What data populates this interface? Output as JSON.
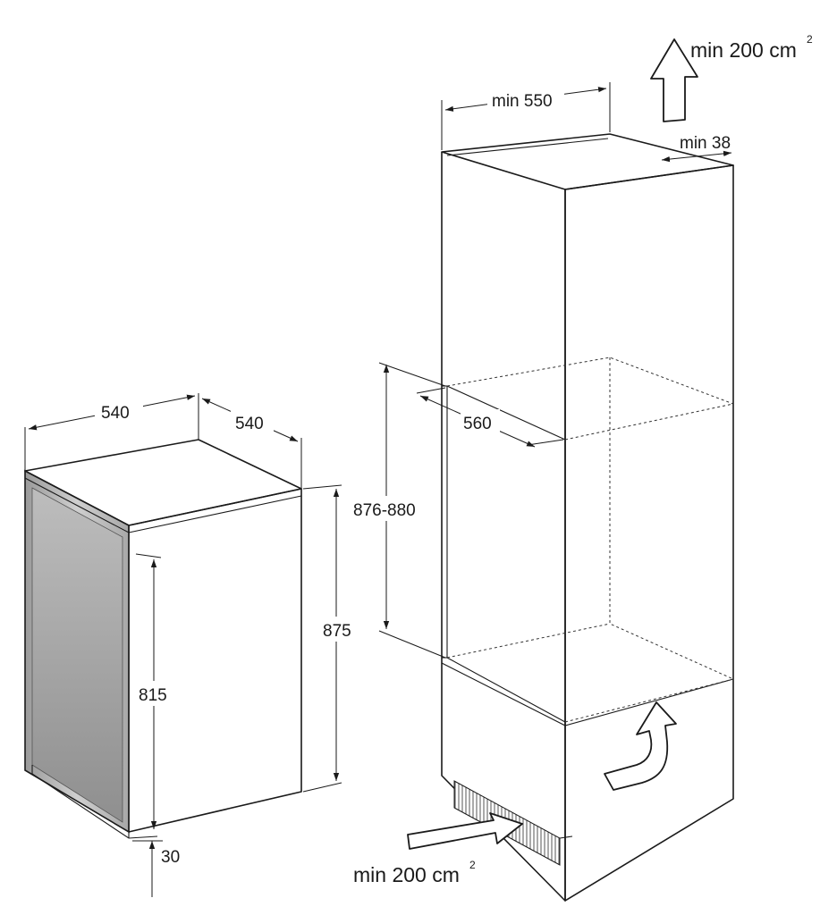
{
  "appliance": {
    "width_label": "540",
    "depth_label": "540",
    "height_label": "875",
    "door_height_label": "815",
    "plinth_label": "30"
  },
  "niche": {
    "width_label": "min 550",
    "gap_label": "min 38",
    "depth_label": "560",
    "height_label": "876-880"
  },
  "ventilation": {
    "top_label": "min 200 cm",
    "top_sup": "2",
    "bottom_label": "min 200 cm",
    "bottom_sup": "2"
  }
}
